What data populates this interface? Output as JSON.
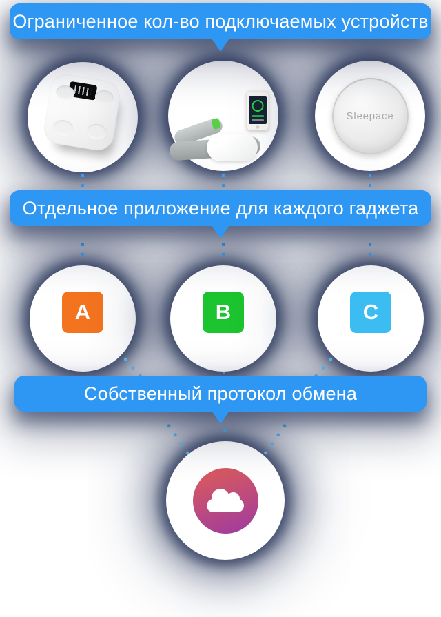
{
  "banners": [
    {
      "label": "Ограниченное кол-во подключаемых устройств"
    },
    {
      "label": "Отдельное приложение для каждого гаджета"
    },
    {
      "label": "Собственный протокол обмена"
    }
  ],
  "devices": {
    "scale": {
      "name": "smart-body-scale-icon"
    },
    "belt": {
      "name": "sleep-tracker-belt-phone-icon"
    },
    "disc": {
      "name": "sleepace-disc-icon",
      "label": "Sleepace"
    }
  },
  "apps": [
    {
      "letter": "A",
      "color": "#F4731F"
    },
    {
      "letter": "B",
      "color": "#1CC42F"
    },
    {
      "letter": "C",
      "color": "#3CBDF1"
    }
  ],
  "cloud": {
    "icon": "cloud-icon"
  },
  "colors": {
    "banner_blue": "#2E97F3",
    "connector_blue": "#3FA2F2",
    "connector_light_blue": "#55B8F4",
    "halo_navy": "#12204A",
    "cloud_gradient_start": "#D95A5E",
    "cloud_gradient_end": "#A23D9B"
  }
}
